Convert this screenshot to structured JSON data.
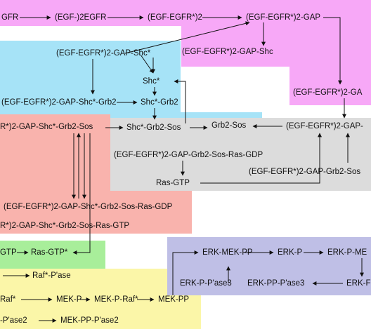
{
  "colors": {
    "magenta": "#f7a8f7",
    "cyan": "#a6e3f7",
    "red": "#f9b3ad",
    "gray": "#dcdcdc",
    "green": "#a8ee9a",
    "yellow": "#fbf6a8",
    "lavender": "#bfbfe6",
    "arrow": "#111111"
  },
  "nodes": {
    "egfr": "GFR",
    "egf_2egfr": "(EGF-)2EGFR",
    "egf_egfr_2": "(EGF-EGFR*)2",
    "egf_egfr_2_gap": "(EGF-EGFR*)2-GAP",
    "egf_egfr_2_gap_shc_star_top": "(EGF-EGFR*)2-GAP-Shc*",
    "egf_egfr_2_gap_shc": "(EGF-EGFR*)2-GAP-Shc",
    "shc_star": "Shc*",
    "egf_egfr_2_gap_shc_grb2": "(EGF-EGFR*)2-GAP-Shc*-Grb2",
    "shc_grb2": "Shc*-Grb2",
    "egf_egfr_2_gap_right": "(EGF-EGFR*)2-GA",
    "shc_grb2_sos": "Shc*-Grb2-Sos",
    "grb2_sos": "Grb2-Sos",
    "egf_egfr_2_gap_gray": "(EGF-EGFR*)2-GAP-",
    "gap_shc_grb2_sos": "R*)2-GAP-Shc*-Grb2-Sos",
    "gap_grb2_sos_ras_gdp": "(EGF-EGFR*)2-GAP-Grb2-Sos-Ras-GDP",
    "ras_gtp": "Ras-GTP",
    "gap_grb2_sos_gray": "(EGF-EGFR*)2-GAP-Grb2-Sos",
    "gap_shc_grb2_sos_ras_gdp": "(EGF-EGFR*)2-GAP-Shc*-Grb2-Sos-Ras-GDP",
    "gap_shc_grb2_sos_ras_gtp": "R*)2-GAP-Shc*-Grb2-Sos-Ras-GTP",
    "gtp": "GTP",
    "ras_gtp_star": "Ras-GTP*",
    "raf_star_pase": "Raf*-P'ase",
    "erk_mek_pp": "ERK-MEK-PP",
    "erk_p": "ERK-P",
    "erk_p_me": "ERK-P-ME",
    "raf_star": "Raf*",
    "mek_p": "MEK-P",
    "mek_p_raf": "MEK-P-Raf*",
    "mek_pp": "MEK-PP",
    "erk_p_pase3": "ERK-P-P'ase3",
    "erk_pp_pase3": "ERK-PP-P'ase3",
    "erk_p_right": "ERK-F",
    "p_ase2": "-P'ase2",
    "mek_pp_pase2": "MEK-PP-P'ase2"
  }
}
